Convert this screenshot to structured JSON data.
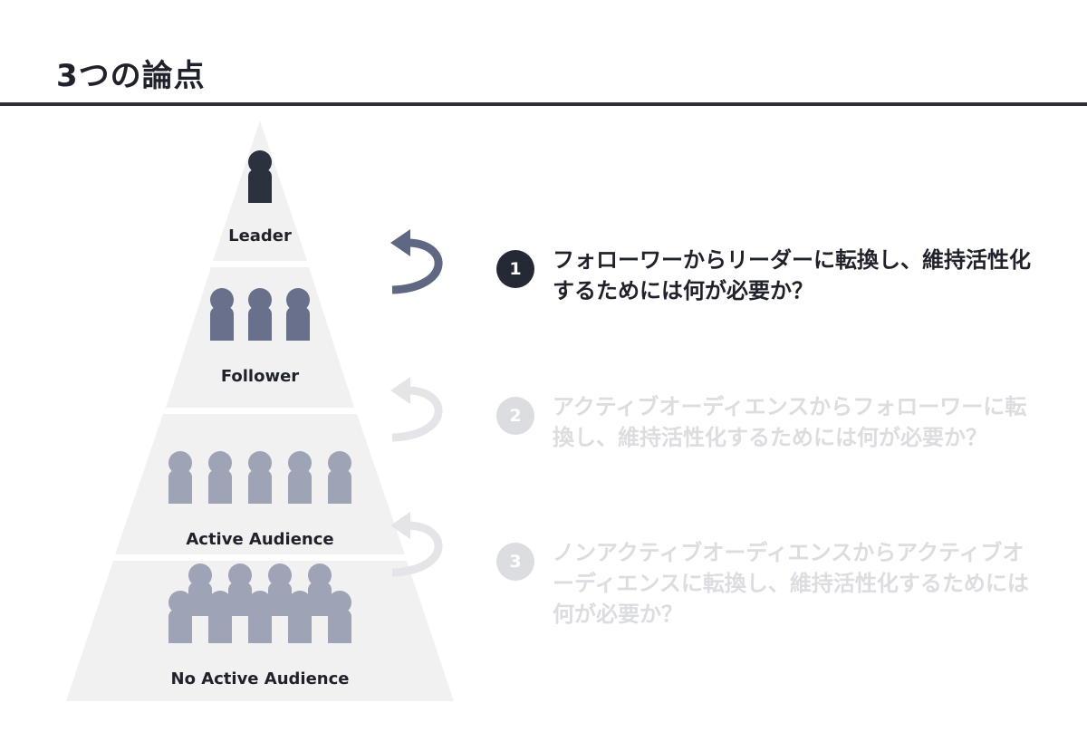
{
  "slide": {
    "title": "3つの論点"
  },
  "pyramid": {
    "tiers": [
      {
        "label": "Leader",
        "people_count": 1
      },
      {
        "label": "Follower",
        "people_count": 3
      },
      {
        "label": "Active Audience",
        "people_count": 5
      },
      {
        "label": "No Active Audience",
        "people_count": 9
      }
    ]
  },
  "points": [
    {
      "number": "1",
      "text": "フォローワーからリーダーに転換し、維持活性化するためには何が必要か？",
      "state": "active"
    },
    {
      "number": "2",
      "text": "アクティブオーディエンスからフォローワーに転換し、維持活性化するためには何が必要か？",
      "state": "inactive"
    },
    {
      "number": "3",
      "text": "ノンアクティブオーディエンスからアクティブオーディエンスに転換し、維持活性化するためには何が必要か？",
      "state": "inactive"
    }
  ],
  "colors": {
    "title_text": "#1f222a",
    "pyramid_fill": "#f1f1f2",
    "leader_figure": "#2c3140",
    "follower_figure": "#68708b",
    "audience_figure": "#9fa3b6",
    "arrow_active": "#5f6782",
    "arrow_inactive": "#e4e5e8",
    "badge_active": "#252936",
    "badge_inactive": "#dcdde1"
  }
}
